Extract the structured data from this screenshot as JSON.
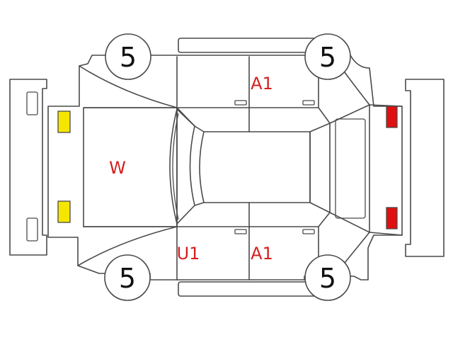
{
  "marks": {
    "tire_grade_front_left": "5",
    "tire_grade_rear_left": "5",
    "tire_grade_front_right": "5",
    "tire_grade_rear_right": "5",
    "code_roof_front": "W",
    "code_left_door_front": "U1",
    "code_left_door_rear": "A1",
    "code_right_door_rear": "A1"
  },
  "colors": {
    "outline": "#4a4a4a",
    "code_text": "#d42020",
    "headlight_fill": "#f5e600",
    "taillight_fill": "#e01010"
  }
}
